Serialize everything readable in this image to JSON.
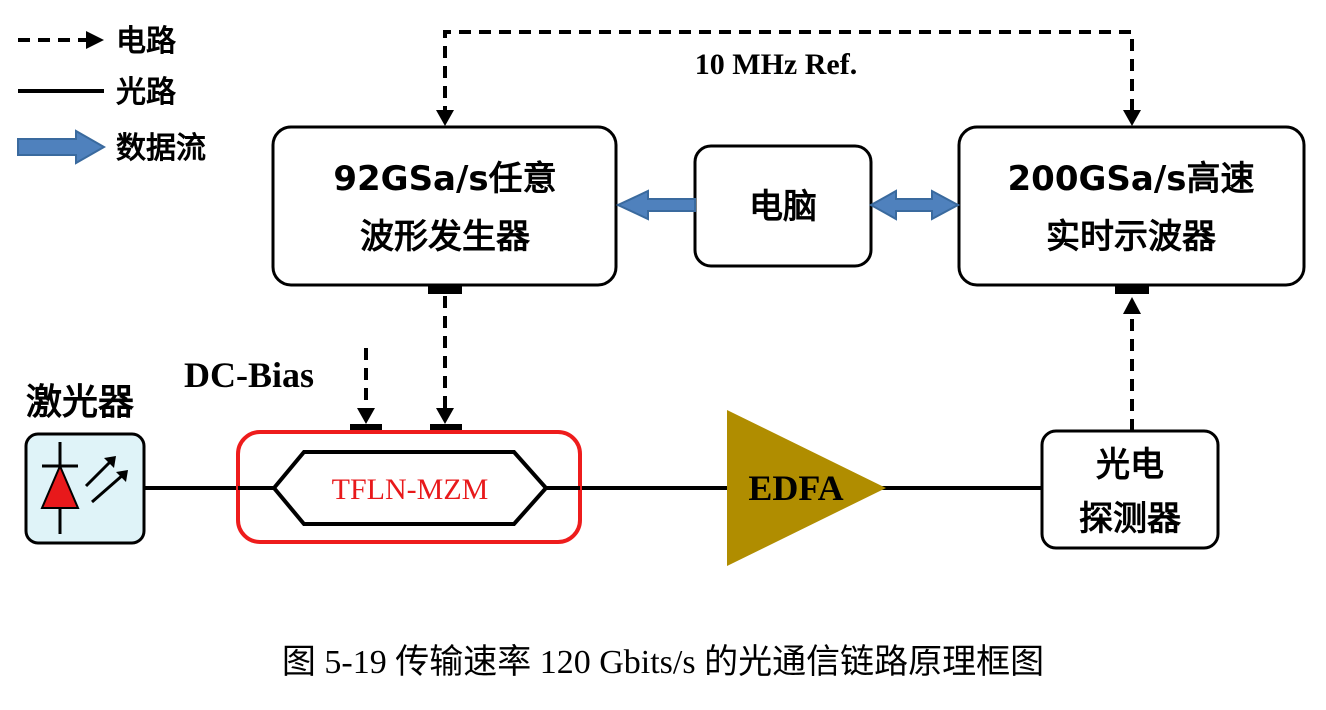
{
  "legend": {
    "electrical": "电路",
    "optical": "光路",
    "dataflow": "数据流"
  },
  "reference_label": "10 MHz Ref.",
  "awg": {
    "line1": "92GSa/s任意",
    "line2": "波形发生器"
  },
  "computer": {
    "label": "电脑"
  },
  "oscilloscope": {
    "line1": "200GSa/s高速",
    "line2": "实时示波器"
  },
  "dc_bias": "DC-Bias",
  "laser": {
    "label": "激光器"
  },
  "modulator": {
    "label": "TFLN-MZM"
  },
  "amplifier": {
    "label": "EDFA"
  },
  "photodetector": {
    "line1": "光电",
    "line2": "探测器"
  },
  "caption": "图 5-19  传输速率 120 Gbits/s 的光通信链路原理框图",
  "colors": {
    "dataflow_arrow": "#4f81bd",
    "laser_box_fill": "#dff3f8",
    "laser_diode": "#e8191b",
    "modulator_border": "#ee1c1c",
    "modulator_text": "#e8191b",
    "edfa_fill": "#b08d00"
  }
}
